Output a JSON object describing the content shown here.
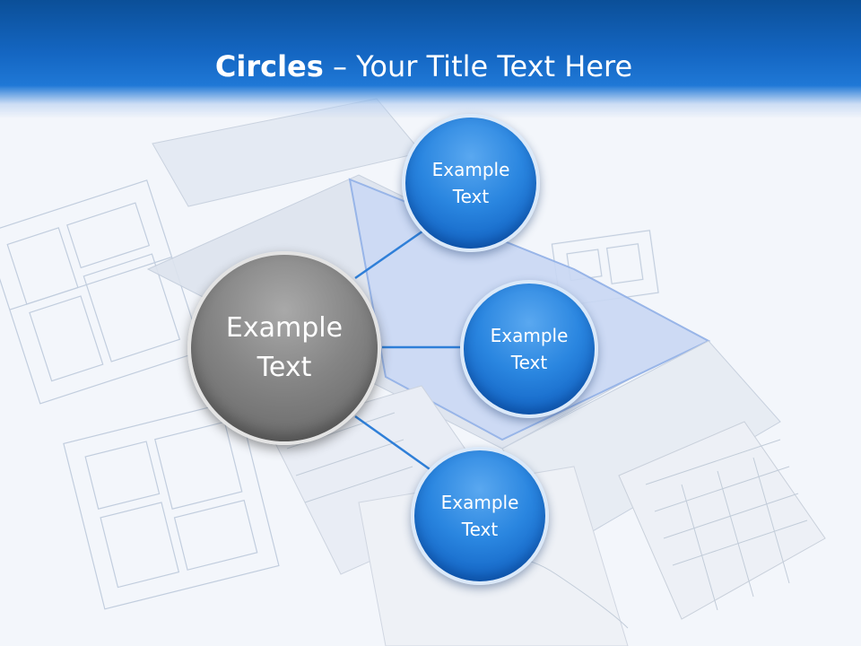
{
  "slide": {
    "title_bold": "Circles",
    "title_rest": " – Your Title Text Here"
  },
  "diagram": {
    "center": {
      "line1": "Example",
      "line2": "Text"
    },
    "nodes": [
      {
        "line1": "Example",
        "line2": "Text"
      },
      {
        "line1": "Example",
        "line2": "Text"
      },
      {
        "line1": "Example",
        "line2": "Text"
      }
    ],
    "colors": {
      "header": "#1466c2",
      "node": "#2a86e0",
      "center": "#858585",
      "connector": "#2f7fd8"
    }
  }
}
